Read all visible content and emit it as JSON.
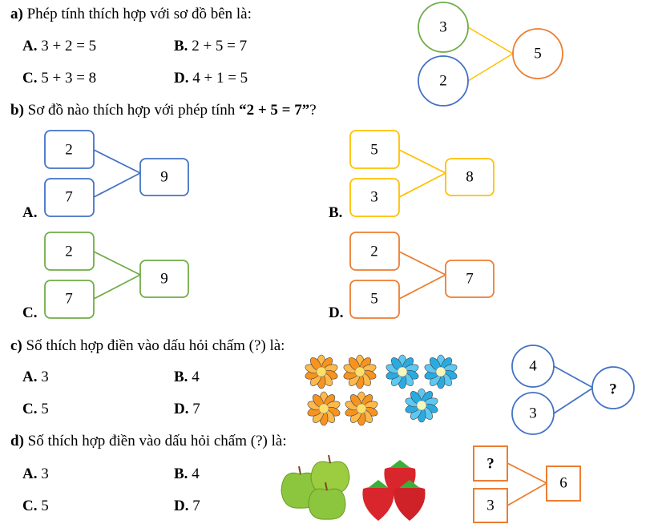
{
  "a": {
    "label": "a)",
    "question": "Phép tính thích hợp với sơ đồ bên là:",
    "options": [
      {
        "key": "A.",
        "text": "3 + 2 = 5"
      },
      {
        "key": "B.",
        "text": "2 + 5 = 7"
      },
      {
        "key": "C.",
        "text": "5 + 3 = 8"
      },
      {
        "key": "D.",
        "text": "4 + 1 = 5"
      }
    ],
    "diagram": {
      "top": "3",
      "bottom": "2",
      "total": "5"
    }
  },
  "b": {
    "label": "b)",
    "question_pre": "Sơ đồ nào thích hợp với phép tính ",
    "question_bold": "“2 + 5 = 7”",
    "question_post": "?",
    "options": [
      {
        "key": "A.",
        "top": "2",
        "bottom": "7",
        "total": "9",
        "color": "#4472c4"
      },
      {
        "key": "B.",
        "top": "5",
        "bottom": "3",
        "total": "8",
        "color": "#ffc000"
      },
      {
        "key": "C.",
        "top": "2",
        "bottom": "7",
        "total": "9",
        "color": "#70ad47"
      },
      {
        "key": "D.",
        "top": "2",
        "bottom": "5",
        "total": "7",
        "color": "#ed7d31"
      }
    ]
  },
  "c": {
    "label": "c)",
    "question": "Số thích hợp điền vào dấu hỏi chấm (?) là:",
    "options": [
      {
        "key": "A.",
        "text": "3"
      },
      {
        "key": "B.",
        "text": "4"
      },
      {
        "key": "C.",
        "text": "5"
      },
      {
        "key": "D.",
        "text": "7"
      }
    ],
    "diagram": {
      "top": "4",
      "bottom": "3",
      "total": "?"
    }
  },
  "d": {
    "label": "d)",
    "question": "Số thích hợp điền vào dấu hỏi chấm (?) là:",
    "options": [
      {
        "key": "A.",
        "text": "3"
      },
      {
        "key": "B.",
        "text": "4"
      },
      {
        "key": "C.",
        "text": "5"
      },
      {
        "key": "D.",
        "text": "7"
      }
    ],
    "diagram": {
      "top": "?",
      "bottom": "3",
      "total": "6"
    }
  },
  "colors": {
    "green": "#70ad47",
    "blue": "#4472c4",
    "orange": "#ed7d31",
    "yellow": "#ffc000"
  }
}
